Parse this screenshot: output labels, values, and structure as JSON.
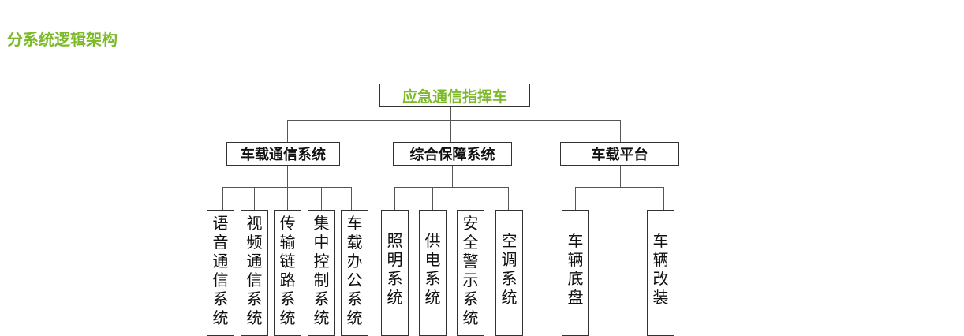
{
  "title": "分系统逻辑架构",
  "root": "应急通信指挥车",
  "groups": [
    {
      "label": "车载通信系统",
      "children": [
        "语音通信系统",
        "视频通信系统",
        "传输链路系统",
        "集中控制系统",
        "车载办公系统"
      ]
    },
    {
      "label": "综合保障系统",
      "children": [
        "照明系统",
        "供电系统",
        "安全警示系统",
        "空调系统"
      ]
    },
    {
      "label": "车载平台",
      "children": [
        "车辆底盘",
        "车辆改装"
      ]
    }
  ]
}
